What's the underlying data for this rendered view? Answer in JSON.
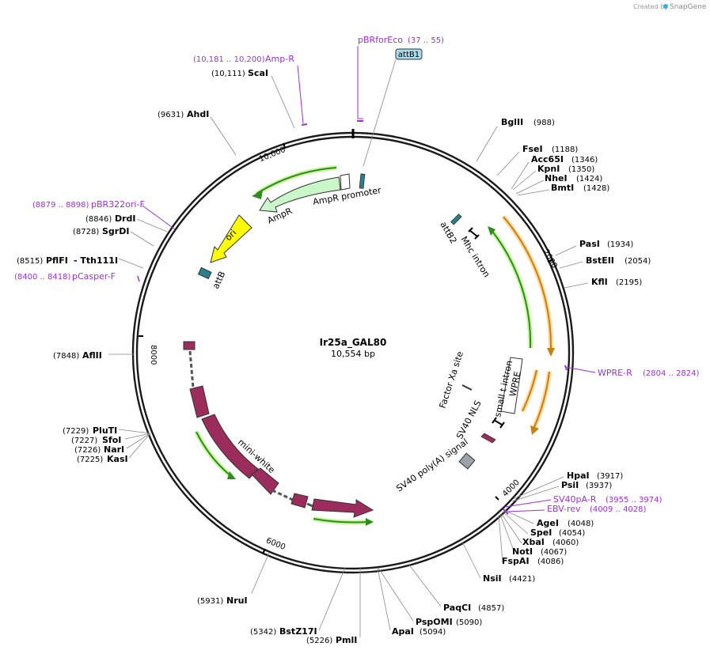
{
  "branding": {
    "created_by": "Created by",
    "app": "SnapGene"
  },
  "plasmid": {
    "name": "Ir25a_GAL80",
    "length": "10,554 bp"
  },
  "ticks": {
    "t2000": "2000",
    "t4000": "4000",
    "t6000": "6000",
    "t8000": "8000",
    "t10000": "10,000"
  },
  "sites": {
    "BglII": {
      "name": "BglII",
      "pos": "(988)"
    },
    "FseI": {
      "name": "FseI",
      "pos": "(1188)"
    },
    "Acc65I": {
      "name": "Acc65I",
      "pos": "(1346)"
    },
    "KpnI": {
      "name": "KpnI",
      "pos": "(1350)"
    },
    "NheI": {
      "name": "NheI",
      "pos": "(1424)"
    },
    "BmtI": {
      "name": "BmtI",
      "pos": "(1428)"
    },
    "PasI": {
      "name": "PasI",
      "pos": "(1934)"
    },
    "BstEII": {
      "name": "BstEII",
      "pos": "(2054)"
    },
    "KflI": {
      "name": "KflI",
      "pos": "(2195)"
    },
    "HpaI": {
      "name": "HpaI",
      "pos": "(3917)"
    },
    "PsiI": {
      "name": "PsiI",
      "pos": "(3937)"
    },
    "AgeI": {
      "name": "AgeI",
      "pos": "(4048)"
    },
    "SpeI": {
      "name": "SpeI",
      "pos": "(4054)"
    },
    "XbaI": {
      "name": "XbaI",
      "pos": "(4060)"
    },
    "NotI": {
      "name": "NotI",
      "pos": "(4067)"
    },
    "FspAI": {
      "name": "FspAI",
      "pos": "(4086)"
    },
    "NsiI": {
      "name": "NsiI",
      "pos": "(4421)"
    },
    "PaqCI": {
      "name": "PaqCI",
      "pos": "(4857)"
    },
    "PspOMI": {
      "name": "PspOMI",
      "pos": "(5090)"
    },
    "ApaI": {
      "name": "ApaI",
      "pos": "(5094)"
    },
    "PmlI": {
      "name": "PmlI",
      "pos": "(5226)"
    },
    "BstZ17I": {
      "name": "BstZ17I",
      "pos": "(5342)"
    },
    "NruI": {
      "name": "NruI",
      "pos": "(5931)"
    },
    "KasI": {
      "name": "KasI",
      "pos": "(7225)"
    },
    "NarI": {
      "name": "NarI",
      "pos": "(7226)"
    },
    "SfoI": {
      "name": "SfoI",
      "pos": "(7227)"
    },
    "PluTI": {
      "name": "PluTI",
      "pos": "(7229)"
    },
    "AflII": {
      "name": "AflII",
      "pos": "(7848)"
    },
    "PflFI": {
      "name": "PflFI",
      "pos": "(8515)"
    },
    "Tth111I": {
      "name": "- Tth111I"
    },
    "SgrDI": {
      "name": "SgrDI",
      "pos": "(8728)"
    },
    "DrdI": {
      "name": "DrdI",
      "pos": "(8846)"
    },
    "AhdI": {
      "name": "AhdI",
      "pos": "(9631)"
    },
    "ScaI": {
      "name": "ScaI",
      "pos": "(10,111)"
    }
  },
  "primers": {
    "pBRforEco": {
      "name": "pBRforEco",
      "pos": "(37 .. 55)"
    },
    "AmpR": {
      "name": "Amp-R",
      "pos": "(10,181 .. 10,200)"
    },
    "pBR322ori": {
      "name": "pBR322ori-F",
      "pos": "(8879 .. 8898)"
    },
    "pCasper": {
      "name": "pCasper-F",
      "pos": "(8400 .. 8418)"
    },
    "WPRE": {
      "name": "WPRE-R",
      "pos": "(2804 .. 2824)"
    },
    "SV40pA": {
      "name": "SV40pA-R",
      "pos": "(3955 .. 3974)"
    },
    "EBV": {
      "name": "EBV-rev",
      "pos": "(4009 .. 4028)"
    }
  },
  "features": {
    "attB1": "attB1",
    "ampr_promoter": "AmpR promoter",
    "ampr": "AmpR",
    "ori": "ori",
    "attB": "attB",
    "attB2": "attB2",
    "mhc_intron": "Mhc intron",
    "factor_xa": "Factor Xa site",
    "small_t_intron": "small t intron",
    "wpre": "WPRE",
    "sv40_nls": "SV40 NLS",
    "sv40_polya": "SV40 poly(A) signal",
    "mini_white": "mini-white"
  },
  "colors": {
    "backbone": "#1a1a1a",
    "primer": "#9b30d9",
    "ampr_fill": "#c9f7c9",
    "ori_fill": "#ffff00",
    "attb_fill": "#2a7f8f",
    "miniwhite_fill": "#9b2c5c",
    "orf_arrow": "#2d8c1a",
    "wpre_orf": "#c8820a"
  }
}
